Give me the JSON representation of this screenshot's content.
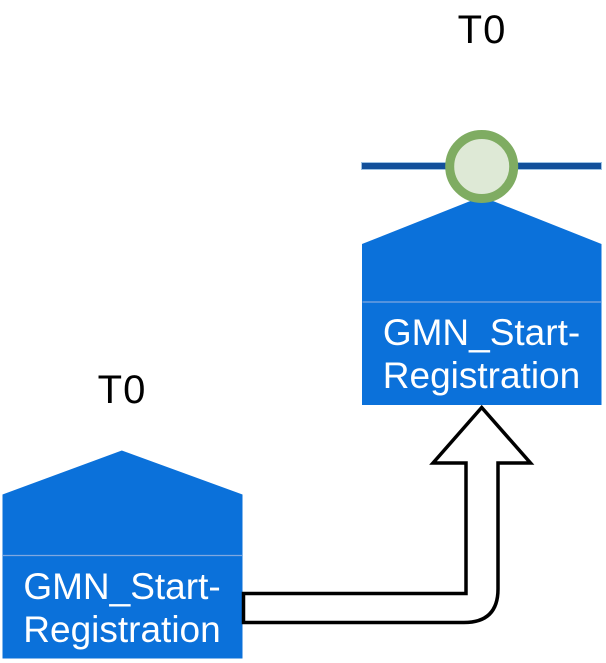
{
  "diagram": {
    "background": "#ffffff",
    "colors": {
      "block_fill": "#0b71da",
      "block_divider": "#7fa8e0",
      "block_text": "#ffffff",
      "time_label_text": "#000000",
      "timeline_fill": "#12509b",
      "timeline_border": "#9cc2e5",
      "event_ring_green": "#7fac62",
      "event_fill_green": "#dee9d6",
      "arrow_fill": "#ffffff",
      "arrow_stroke": "#000000"
    },
    "right_block": {
      "time_label": "T0",
      "label_line1": "GMN_Start-",
      "label_line2": "Registration"
    },
    "left_block": {
      "time_label": "T0",
      "label_line1": "GMN_Start-",
      "label_line2": "Registration"
    }
  }
}
